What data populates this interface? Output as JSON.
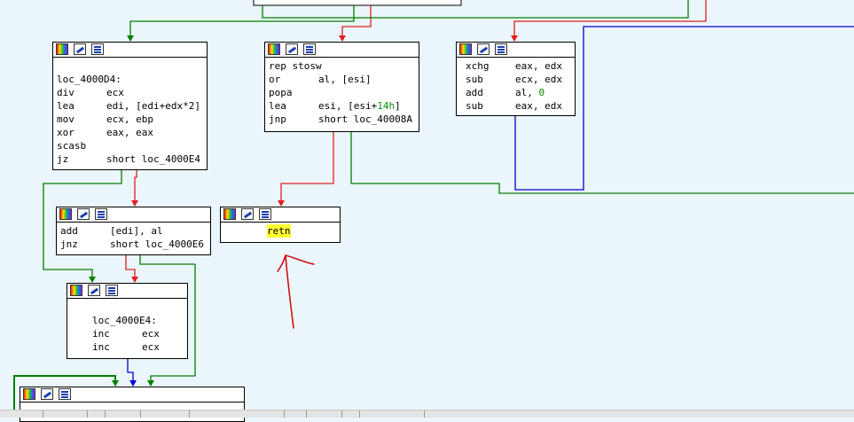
{
  "nodes": {
    "node_a": {
      "lines": [
        {
          "mn": "loc_4000D4:",
          "op": ""
        },
        {
          "mn": "div",
          "op": "ecx"
        },
        {
          "mn": "lea",
          "op": "edi, [edi+edx*2]"
        },
        {
          "mn": "mov",
          "op": "ecx, ebp"
        },
        {
          "mn": "xor",
          "op": "eax, eax"
        },
        {
          "mn": "scasb",
          "op": ""
        },
        {
          "mn": "jz",
          "op": "short loc_4000E4"
        }
      ]
    },
    "node_b": {
      "lines": [
        {
          "mn": "rep stosw",
          "op": ""
        },
        {
          "mn": "or",
          "op": "al, [esi]"
        },
        {
          "mn": "popa",
          "op": ""
        },
        {
          "mn": "lea",
          "op": "esi, [esi+",
          "num": "14h",
          "tail": "]"
        },
        {
          "mn": "jnp",
          "op": "short loc_40008A"
        }
      ]
    },
    "node_c": {
      "lines": [
        {
          "mn": "xchg",
          "op": "eax, edx"
        },
        {
          "mn": "sub",
          "op": "ecx, edx"
        },
        {
          "mn": "add",
          "op": "al, ",
          "num": "0",
          "tail": ""
        },
        {
          "mn": "sub",
          "op": "eax, edx"
        }
      ]
    },
    "node_d": {
      "lines": [
        {
          "mn": "add",
          "op": "[edi], al"
        },
        {
          "mn": "jnz",
          "op": "short loc_4000E6"
        }
      ]
    },
    "node_e": {
      "lines": [
        {
          "mn": "retn",
          "op": ""
        }
      ]
    },
    "node_f": {
      "lines": [
        {
          "mn": "loc_4000E4:",
          "op": ""
        },
        {
          "mn": "inc",
          "op": "ecx"
        },
        {
          "mn": "inc",
          "op": "ecx"
        }
      ]
    }
  },
  "header_icons": [
    "color-palette-icon",
    "rename-icon",
    "graph-overview-icon"
  ],
  "colors": {
    "background": "#eaf6fb",
    "edge_true": "#008000",
    "edge_false": "#e02020",
    "edge_uncond": "#0000d0",
    "highlight": "#ffff30",
    "annotation": "#d01010"
  }
}
